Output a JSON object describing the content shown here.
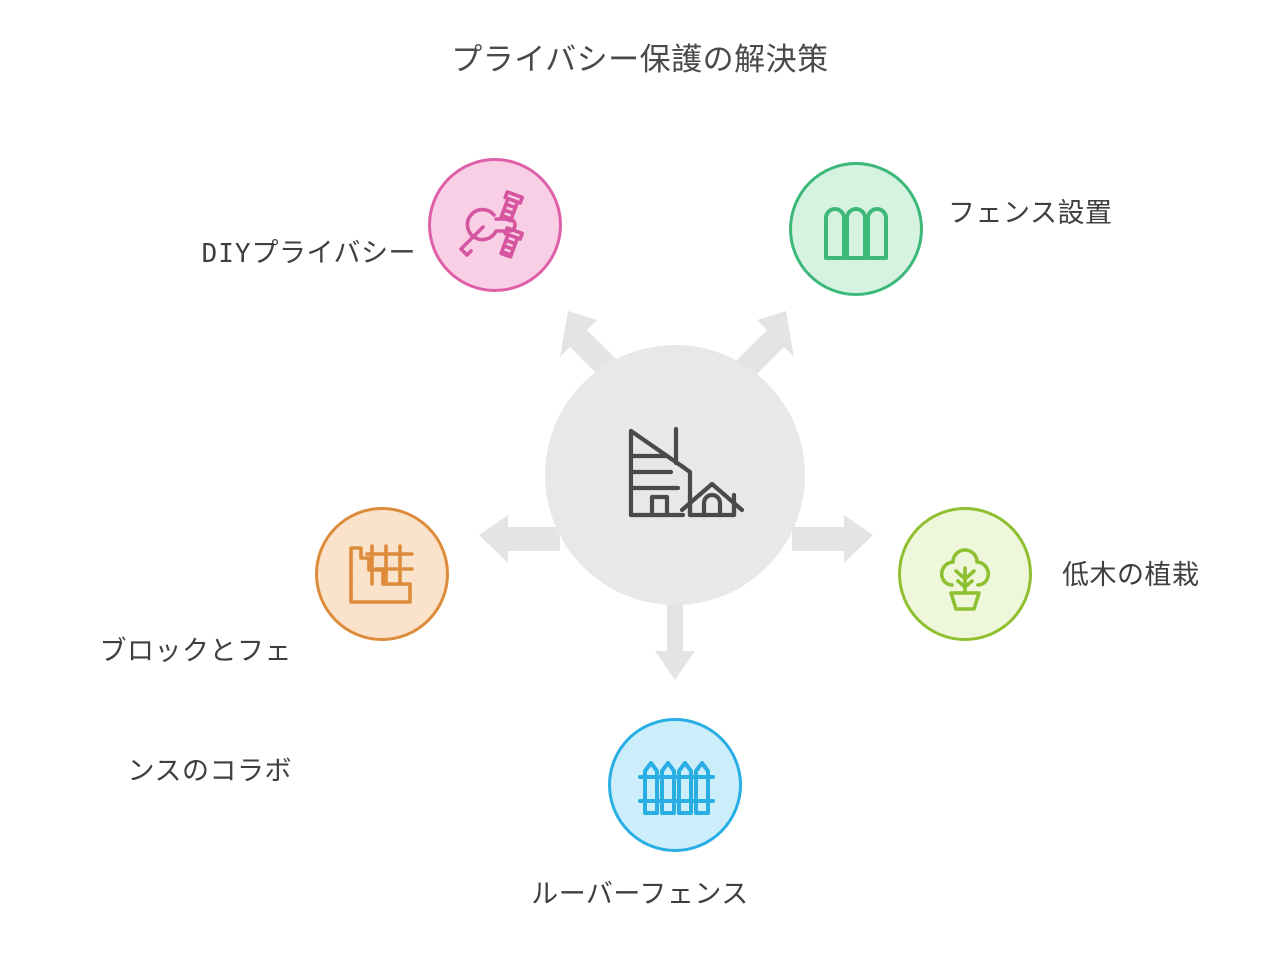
{
  "diagram": {
    "title": "プライバシー保護の解決策",
    "type": "hub-and-spoke",
    "background_color": "#ffffff",
    "arrow_color": "#e4e4e4",
    "center": {
      "label": "",
      "icon": "house-and-building-icon",
      "fill_color": "#e8e8e8",
      "stroke_color": "#4a4a4a"
    },
    "nodes": [
      {
        "id": "diy",
        "label": "DIYプライバシー",
        "label_prefix": "DIY",
        "label_rest": "プライバシー",
        "icon": "wrench-and-screws-icon",
        "fill_color": "#f9cfe6",
        "stroke_color": "#de60a8",
        "position": "top-left"
      },
      {
        "id": "fence-install",
        "label": "フェンス設置",
        "icon": "solid-fence-icon",
        "fill_color": "#d6f3e2",
        "stroke_color": "#3cb878",
        "position": "top-right"
      },
      {
        "id": "block-fence-combo",
        "label": "ブロックとフェンスのコラボ",
        "label_line1": "ブロックとフェ",
        "label_line2": "ンスのコラボ",
        "icon": "block-wall-lattice-icon",
        "fill_color": "#fbe3cb",
        "stroke_color": "#dd8c3c",
        "position": "left"
      },
      {
        "id": "shrub-planting",
        "label": "低木の植栽",
        "icon": "potted-shrub-icon",
        "fill_color": "#eef7da",
        "stroke_color": "#8fc031",
        "position": "right"
      },
      {
        "id": "louver-fence",
        "label": "ルーバーフェンス",
        "icon": "picket-fence-icon",
        "fill_color": "#cceefb",
        "stroke_color": "#29aee4",
        "position": "bottom"
      }
    ]
  }
}
